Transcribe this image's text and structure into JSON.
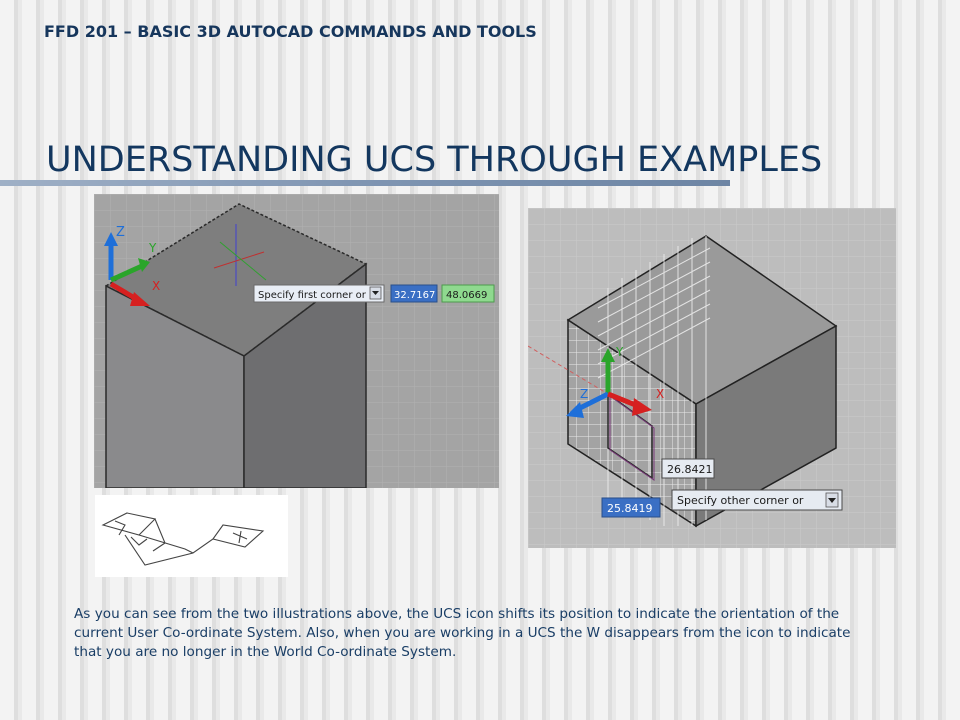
{
  "slide": {
    "course_title": "FFD 201 – BASIC 3D AUTOCAD COMMANDS AND TOOLS",
    "heading": "UNDERSTANDING UCS THROUGH EXAMPLES",
    "caption": "As you can see from the two illustrations above, the UCS icon shifts its position to indicate the orientation of the current User Co-ordinate System. Also, when you are working in a UCS the W disappears from the icon to indicate that you are no longer in the World Co-ordinate System."
  },
  "left_view": {
    "axis_labels": {
      "z": "Z",
      "y": "Y",
      "x": "X"
    },
    "prompt_text": "Specify first corner or",
    "input_1": "32.7167",
    "input_2": "48.0669"
  },
  "right_view": {
    "axis_labels": {
      "z": "Z",
      "y": "Y",
      "x": "X"
    },
    "input_1": "26.8421",
    "input_2": "25.8419",
    "prompt_text": "Specify other corner or"
  },
  "colors": {
    "title": "#16365c",
    "rule": "#7f95b2",
    "axis_z": "#1e6fd9",
    "axis_y": "#2aa52a",
    "axis_x": "#d62020",
    "highlight_input": "#3a6fc4",
    "green_input": "#8fd98f"
  },
  "icons": {
    "ucs_icon": "ucs-axis-icon",
    "dropdown": "dropdown-arrow-icon",
    "sketch": "wcs-sketch-icon"
  }
}
